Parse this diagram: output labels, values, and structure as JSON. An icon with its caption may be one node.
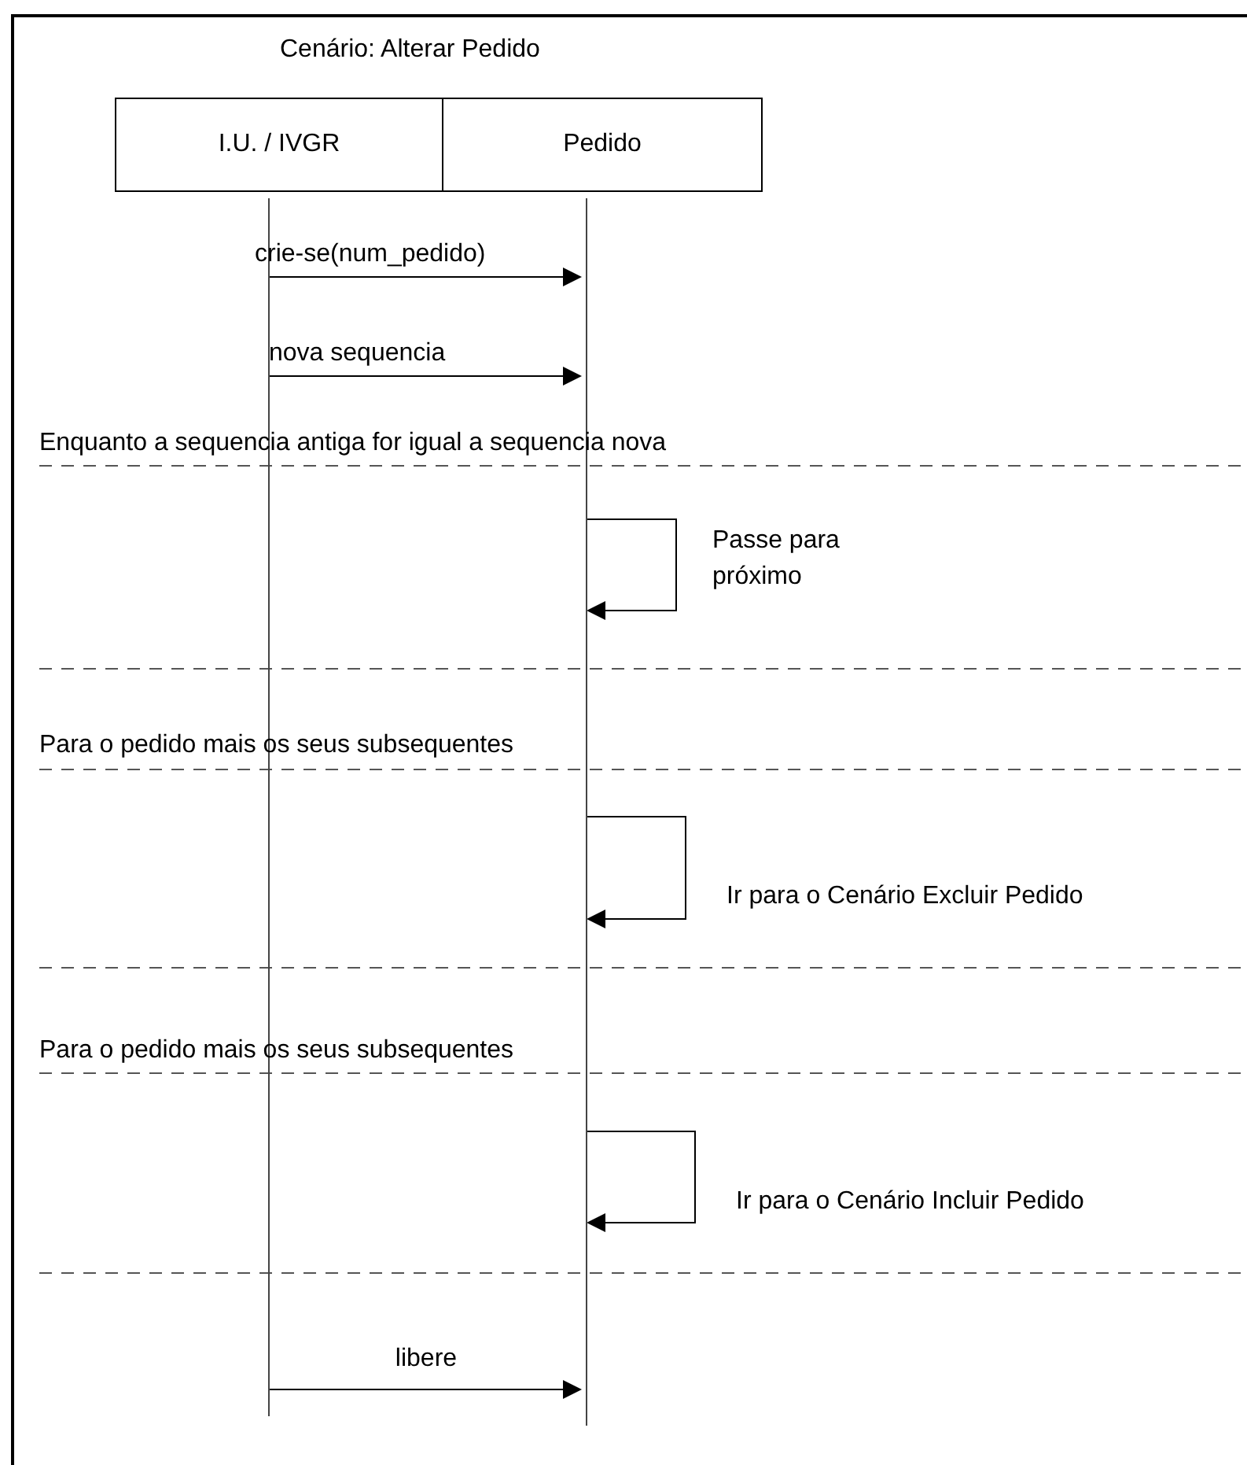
{
  "diagram": {
    "title": "Cenário: Alterar Pedido",
    "nodes": [
      {
        "text": [
          "I.U. / IVGR"
        ]
      },
      {
        "text": [
          "Pedido"
        ]
      }
    ],
    "edges": [
      {
        "from": 0,
        "to": 1,
        "arrow": "to",
        "label": "crie-se(num_pedido)"
      },
      {
        "from": 0,
        "to": 1,
        "arrow": "to",
        "label": "nova sequencia"
      },
      {
        "from": 1,
        "to": 1,
        "arrow": "to",
        "label": "Passe para próximo"
      },
      {
        "from": 1,
        "to": 1,
        "arrow": "to",
        "label": "Ir para o Cenário Excluir Pedido"
      },
      {
        "from": 1,
        "to": 1,
        "arrow": "to",
        "label": "Ir para o Cenário Incluir Pedido"
      },
      {
        "from": 0,
        "to": 1,
        "arrow": "to",
        "label": "libere"
      }
    ],
    "labels": [
      "Enquanto a sequencia antiga for igual a sequencia nova",
      "Para o pedido mais os seus subsequentes",
      "Para o pedido mais os seus subsequentes"
    ]
  }
}
